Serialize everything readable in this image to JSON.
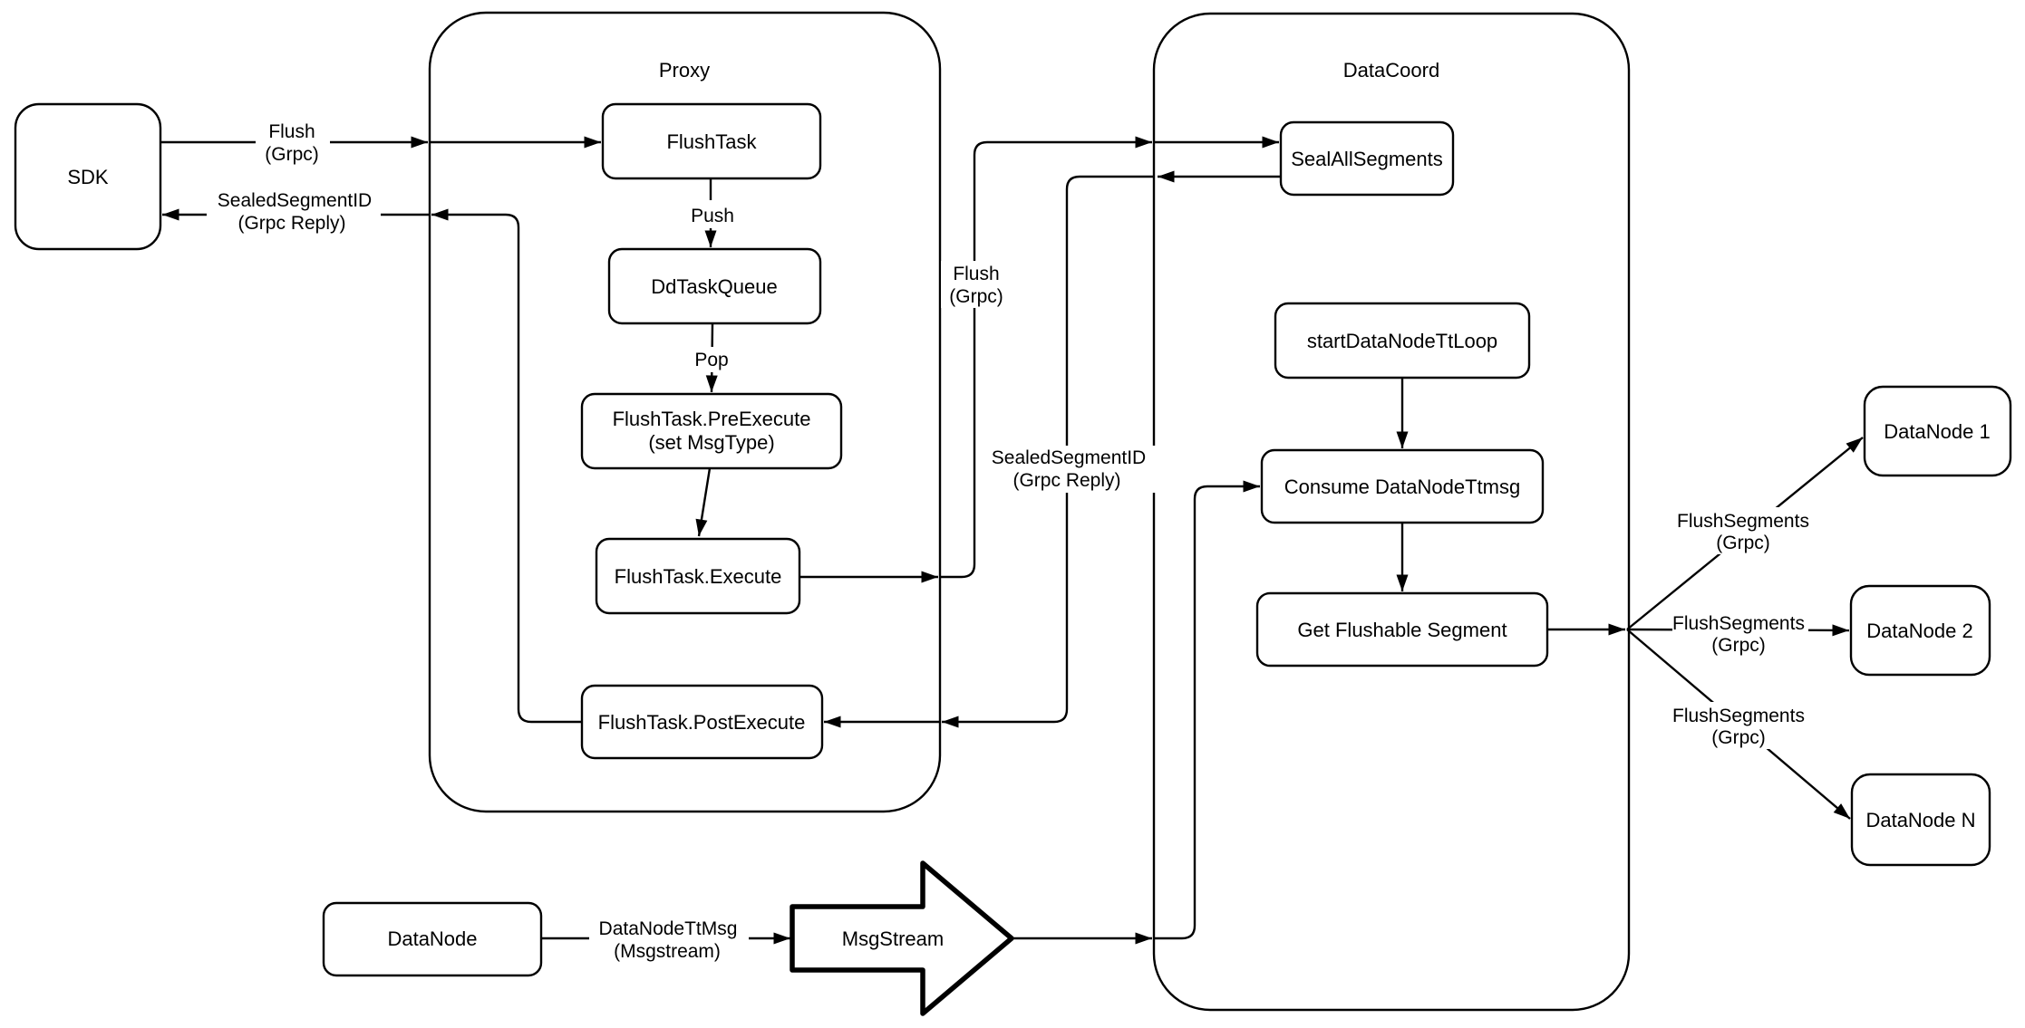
{
  "containers": {
    "proxy": {
      "title": "Proxy"
    },
    "datacoord": {
      "title": "DataCoord"
    }
  },
  "nodes": {
    "sdk": {
      "label": "SDK"
    },
    "flush_task": {
      "label": "FlushTask"
    },
    "dd_task_queue": {
      "label": "DdTaskQueue"
    },
    "pre_execute": {
      "line1": "FlushTask.PreExecute",
      "line2": "(set MsgType)"
    },
    "execute": {
      "label": "FlushTask.Execute"
    },
    "post_execute": {
      "label": "FlushTask.PostExecute"
    },
    "seal_all_segments": {
      "label": "SealAllSegments"
    },
    "start_datanode_tt_loop": {
      "label": "startDataNodeTtLoop"
    },
    "consume_datanode_ttmsg": {
      "label": "Consume DataNodeTtmsg"
    },
    "get_flushable_segment": {
      "label": "Get Flushable Segment"
    },
    "datanode_1": {
      "label": "DataNode 1"
    },
    "datanode_2": {
      "label": "DataNode 2"
    },
    "datanode_n": {
      "label": "DataNode N"
    },
    "datanode": {
      "label": "DataNode"
    },
    "msgstream": {
      "label": "MsgStream"
    }
  },
  "edge_labels": {
    "flush_sdk_proxy": {
      "line1": "Flush",
      "line2": "(Grpc)"
    },
    "sealed_proxy_sdk": {
      "line1": "SealedSegmentID",
      "line2": "(Grpc Reply)"
    },
    "push": {
      "label": "Push"
    },
    "pop": {
      "label": "Pop"
    },
    "flush_proxy_datacoord": {
      "line1": "Flush",
      "line2": "(Grpc)"
    },
    "sealed_datacoord_proxy": {
      "line1": "SealedSegmentID",
      "line2": "(Grpc Reply)"
    },
    "datanode_tt_msg": {
      "line1": "DataNodeTtMsg",
      "line2": "(Msgstream)"
    },
    "flush_segments_1": {
      "line1": "FlushSegments",
      "line2": "(Grpc)"
    },
    "flush_segments_2": {
      "line1": "FlushSegments",
      "line2": "(Grpc)"
    },
    "flush_segments_3": {
      "line1": "FlushSegments",
      "line2": "(Grpc)"
    }
  },
  "colors": {
    "stroke": "#000000",
    "fill": "#ffffff",
    "background": "#ffffff"
  }
}
